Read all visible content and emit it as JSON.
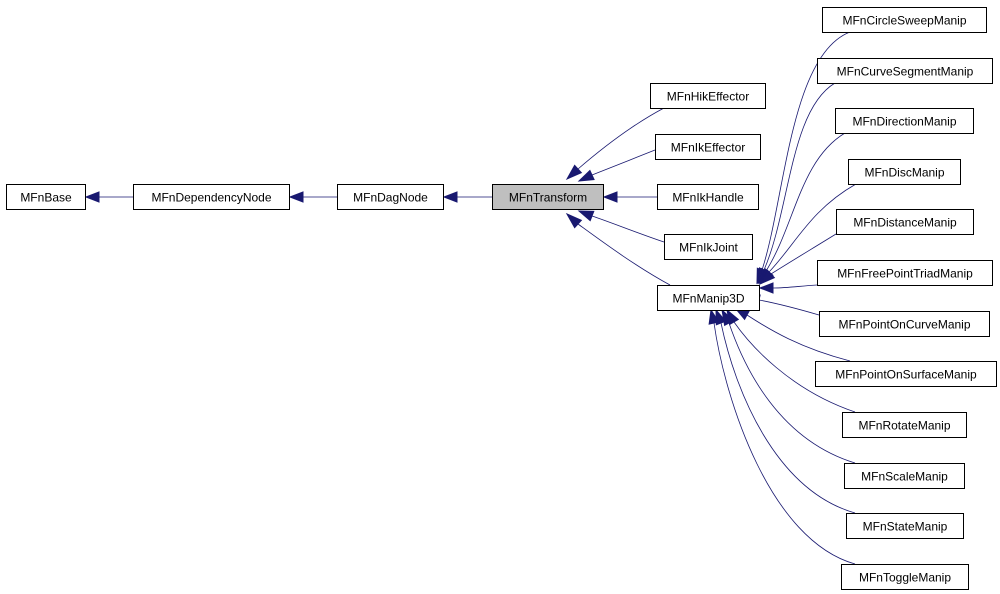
{
  "diagram": {
    "nodes": [
      {
        "id": "MFnBase",
        "label": "MFnBase"
      },
      {
        "id": "MFnDependencyNode",
        "label": "MFnDependencyNode"
      },
      {
        "id": "MFnDagNode",
        "label": "MFnDagNode"
      },
      {
        "id": "MFnTransform",
        "label": "MFnTransform",
        "highlighted": true
      },
      {
        "id": "MFnHikEffector",
        "label": "MFnHikEffector"
      },
      {
        "id": "MFnIkEffector",
        "label": "MFnIkEffector"
      },
      {
        "id": "MFnIkHandle",
        "label": "MFnIkHandle"
      },
      {
        "id": "MFnIkJoint",
        "label": "MFnIkJoint"
      },
      {
        "id": "MFnManip3D",
        "label": "MFnManip3D"
      },
      {
        "id": "MFnCircleSweepManip",
        "label": "MFnCircleSweepManip"
      },
      {
        "id": "MFnCurveSegmentManip",
        "label": "MFnCurveSegmentManip"
      },
      {
        "id": "MFnDirectionManip",
        "label": "MFnDirectionManip"
      },
      {
        "id": "MFnDiscManip",
        "label": "MFnDiscManip"
      },
      {
        "id": "MFnDistanceManip",
        "label": "MFnDistanceManip"
      },
      {
        "id": "MFnFreePointTriadManip",
        "label": "MFnFreePointTriadManip"
      },
      {
        "id": "MFnPointOnCurveManip",
        "label": "MFnPointOnCurveManip"
      },
      {
        "id": "MFnPointOnSurfaceManip",
        "label": "MFnPointOnSurfaceManip"
      },
      {
        "id": "MFnRotateManip",
        "label": "MFnRotateManip"
      },
      {
        "id": "MFnScaleManip",
        "label": "MFnScaleManip"
      },
      {
        "id": "MFnStateManip",
        "label": "MFnStateManip"
      },
      {
        "id": "MFnToggleManip",
        "label": "MFnToggleManip"
      }
    ],
    "edges": [
      {
        "from": "MFnDependencyNode",
        "to": "MFnBase"
      },
      {
        "from": "MFnDagNode",
        "to": "MFnDependencyNode"
      },
      {
        "from": "MFnTransform",
        "to": "MFnDagNode"
      },
      {
        "from": "MFnHikEffector",
        "to": "MFnTransform"
      },
      {
        "from": "MFnIkEffector",
        "to": "MFnTransform"
      },
      {
        "from": "MFnIkHandle",
        "to": "MFnTransform"
      },
      {
        "from": "MFnIkJoint",
        "to": "MFnTransform"
      },
      {
        "from": "MFnManip3D",
        "to": "MFnTransform"
      },
      {
        "from": "MFnCircleSweepManip",
        "to": "MFnManip3D"
      },
      {
        "from": "MFnCurveSegmentManip",
        "to": "MFnManip3D"
      },
      {
        "from": "MFnDirectionManip",
        "to": "MFnManip3D"
      },
      {
        "from": "MFnDiscManip",
        "to": "MFnManip3D"
      },
      {
        "from": "MFnDistanceManip",
        "to": "MFnManip3D"
      },
      {
        "from": "MFnFreePointTriadManip",
        "to": "MFnManip3D"
      },
      {
        "from": "MFnPointOnCurveManip",
        "to": "MFnManip3D"
      },
      {
        "from": "MFnPointOnSurfaceManip",
        "to": "MFnManip3D"
      },
      {
        "from": "MFnRotateManip",
        "to": "MFnManip3D"
      },
      {
        "from": "MFnScaleManip",
        "to": "MFnManip3D"
      },
      {
        "from": "MFnStateManip",
        "to": "MFnManip3D"
      },
      {
        "from": "MFnToggleManip",
        "to": "MFnManip3D"
      }
    ],
    "colors": {
      "edge": "#191970",
      "highlight_fill": "#bfbfbf",
      "node_fill": "#ffffff",
      "node_border": "#000000"
    }
  }
}
